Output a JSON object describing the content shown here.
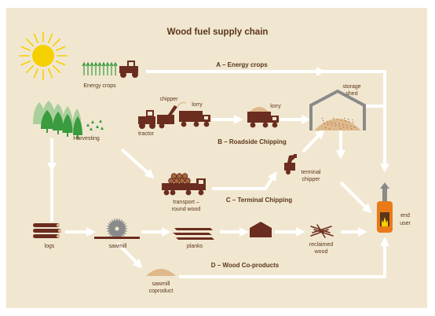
{
  "title": "Wood fuel supply chain",
  "routes": {
    "a": "A – Energy crops",
    "b": "B – Roadside Chipping",
    "c": "C – Terminal Chipping",
    "d": "D – Wood Co-products"
  },
  "labels": {
    "energy_crops": "Energy crops",
    "harvesting": "Harvesting",
    "chipper": "chipper",
    "lorry_1": "lorry",
    "tractor": "tractor",
    "lorry_2": "lorry",
    "storage_shed_1": "storage",
    "storage_shed_2": "shed",
    "transport_1": "transport –",
    "transport_2": "round wood",
    "terminal_chipper_1": "terminal",
    "terminal_chipper_2": "chipper",
    "logs": "logs",
    "sawmill": "sawmill",
    "planks": "planks",
    "reclaimed_1": "reclaimed",
    "reclaimed_2": "wood",
    "sawmill_coproduct_1": "sawmill",
    "sawmill_coproduct_2": "coproduct",
    "end_user_1": "end",
    "end_user_2": "user"
  },
  "colors": {
    "background": "#f1e7d0",
    "arrow": "#ffffff",
    "text": "#5a3519",
    "wood_brown": "#6b2d1f",
    "tree_green": "#3a9b3f",
    "sun_yellow": "#f5d000",
    "chips": "#ddb98c",
    "furnace_orange": "#ea7a17",
    "shed_grey": "#8a8a8a"
  }
}
